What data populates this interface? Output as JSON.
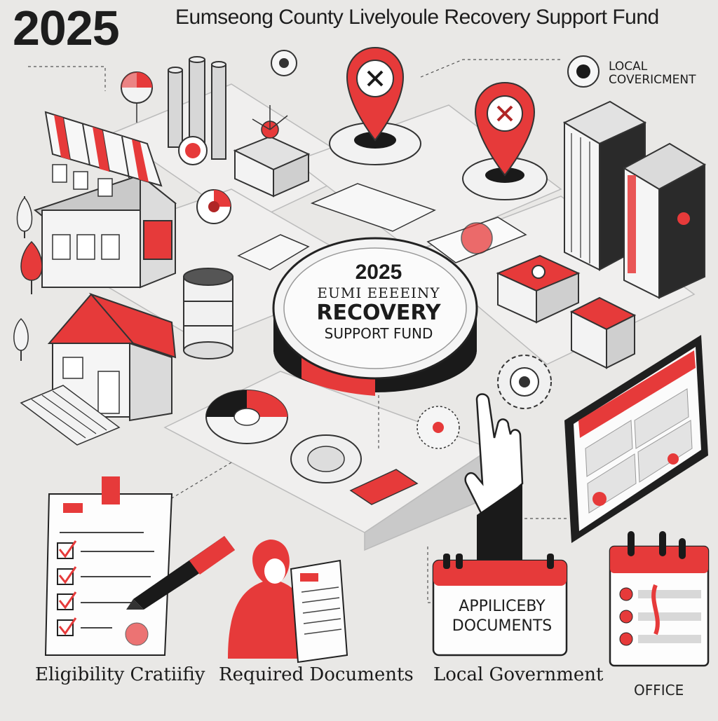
{
  "header": {
    "year": "2025",
    "title": "Eumseong County Livelyoule Recovery Support Fund"
  },
  "top_right_label": "LOCAL COVERICMENT",
  "center_badge": {
    "year": "2025",
    "line1": "EUMI EEEEINY",
    "line2": "RECOVERY",
    "line3": "SUPPORT FUND"
  },
  "document_card": {
    "line1": "APPILICEBY",
    "line2": "DOCUMENTS"
  },
  "bottom_labels": {
    "eligibility": "Eligibility Cratiifiy",
    "required": "Required Documents",
    "local_government": "Local Government",
    "office": "OFFICE"
  },
  "colors": {
    "accent": "#e63a3a",
    "dark": "#1a1a1a",
    "background": "#e9e8e6",
    "light": "#f6f6f6"
  }
}
